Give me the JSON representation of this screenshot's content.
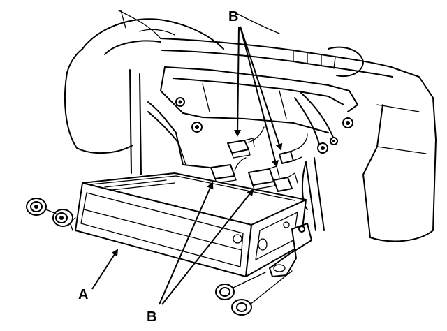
{
  "labels": {
    "a": "A",
    "b_top": "B",
    "b_bottom": "B"
  },
  "colors": {
    "ink": "#000000",
    "paper": "#ffffff"
  }
}
